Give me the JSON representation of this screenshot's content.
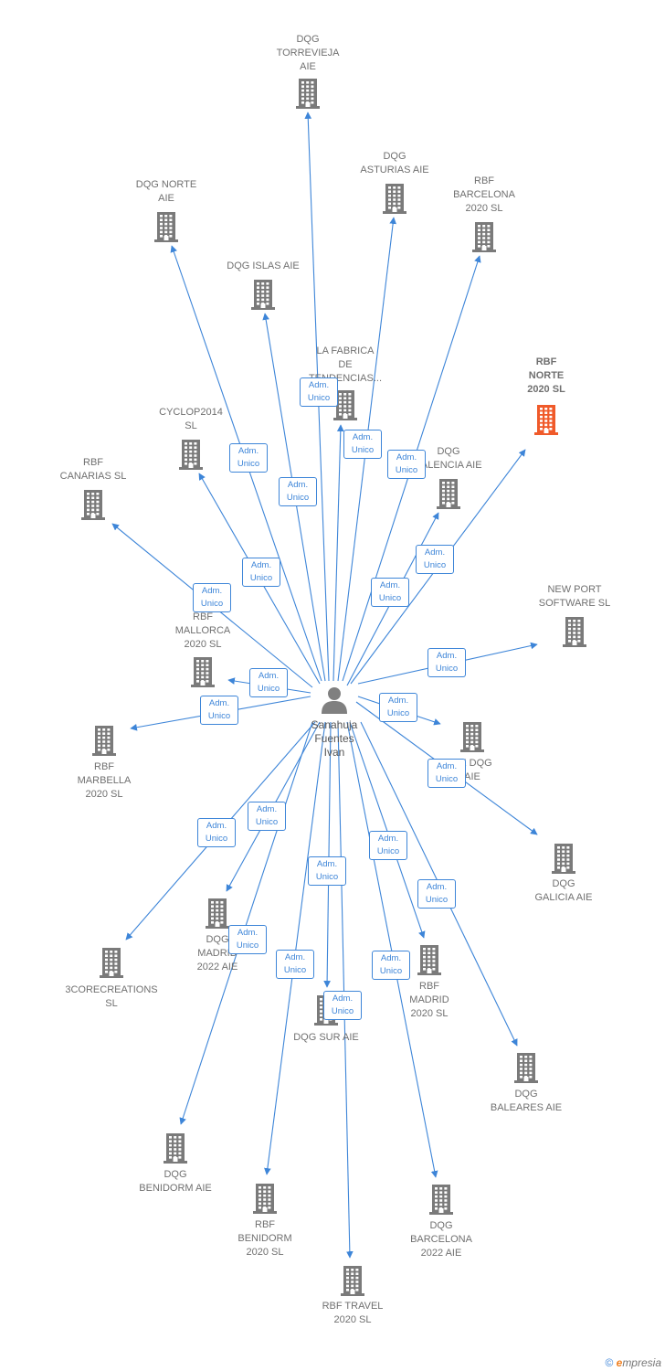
{
  "colors": {
    "edge": "#3d85d8",
    "building": "#7a7a7a",
    "highlight": "#f05a2a",
    "person": "#808080"
  },
  "center": {
    "label": "Sanahuja\nFuentes\nIvan",
    "icon": "person-icon"
  },
  "nodes": [
    {
      "id": "n1",
      "label": "DQG\nTORREVIEJA\nAIE",
      "icon": "building-icon"
    },
    {
      "id": "n2",
      "label": "DQG\nASTURIAS  AIE",
      "icon": "building-icon"
    },
    {
      "id": "n3",
      "label": "RBF\nBARCELONA\n2020  SL",
      "icon": "building-icon"
    },
    {
      "id": "n4",
      "label": "DQG NORTE\nAIE",
      "icon": "building-icon"
    },
    {
      "id": "n5",
      "label": "DQG ISLAS  AIE",
      "icon": "building-icon"
    },
    {
      "id": "n6",
      "label": "RBF\nNORTE\n2020  SL",
      "icon": "building-icon",
      "highlight": true
    },
    {
      "id": "n7",
      "label": "LA FABRICA\nDE\nTENDENCIAS...",
      "icon": "building-icon"
    },
    {
      "id": "n8",
      "label": "CYCLOP2014\nSL",
      "icon": "building-icon"
    },
    {
      "id": "n9",
      "label": "DQG\nVALENCIA  AIE",
      "icon": "building-icon"
    },
    {
      "id": "n10",
      "label": "RBF\nCANARIAS  SL",
      "icon": "building-icon"
    },
    {
      "id": "n11",
      "label": "NEW PORT\nSOFTWARE SL",
      "icon": "building-icon"
    },
    {
      "id": "n12",
      "label": "RBF\nMALLORCA\n2020  SL",
      "icon": "building-icon"
    },
    {
      "id": "n13",
      "label": "RBF\nMARBELLA\n2020  SL",
      "icon": "building-icon"
    },
    {
      "id": "n14",
      "label": "DE DQG\nAIE",
      "icon": "building-icon"
    },
    {
      "id": "n15",
      "label": "DQG\nGALICIA  AIE",
      "icon": "building-icon"
    },
    {
      "id": "n16",
      "label": "DQG\nMADRID\n2022  AIE",
      "icon": "building-icon"
    },
    {
      "id": "n17",
      "label": "3CORECREATIONS\nSL",
      "icon": "building-icon"
    },
    {
      "id": "n18",
      "label": "RBF\nMADRID\n2020  SL",
      "icon": "building-icon"
    },
    {
      "id": "n19",
      "label": "DQG SUR  AIE",
      "icon": "building-icon"
    },
    {
      "id": "n20",
      "label": "DQG\nBALEARES  AIE",
      "icon": "building-icon"
    },
    {
      "id": "n21",
      "label": "DQG\nBENIDORM  AIE",
      "icon": "building-icon"
    },
    {
      "id": "n22",
      "label": "RBF\nBENIDORM\n2020  SL",
      "icon": "building-icon"
    },
    {
      "id": "n23",
      "label": "DQG\nBARCELONA\n2022  AIE",
      "icon": "building-icon"
    },
    {
      "id": "n24",
      "label": "RBF TRAVEL\n2020  SL",
      "icon": "building-icon"
    }
  ],
  "edge_role": "Adm.\nUnico",
  "brand": {
    "copyright": "©",
    "e": "e",
    "rest": "mpresia"
  }
}
